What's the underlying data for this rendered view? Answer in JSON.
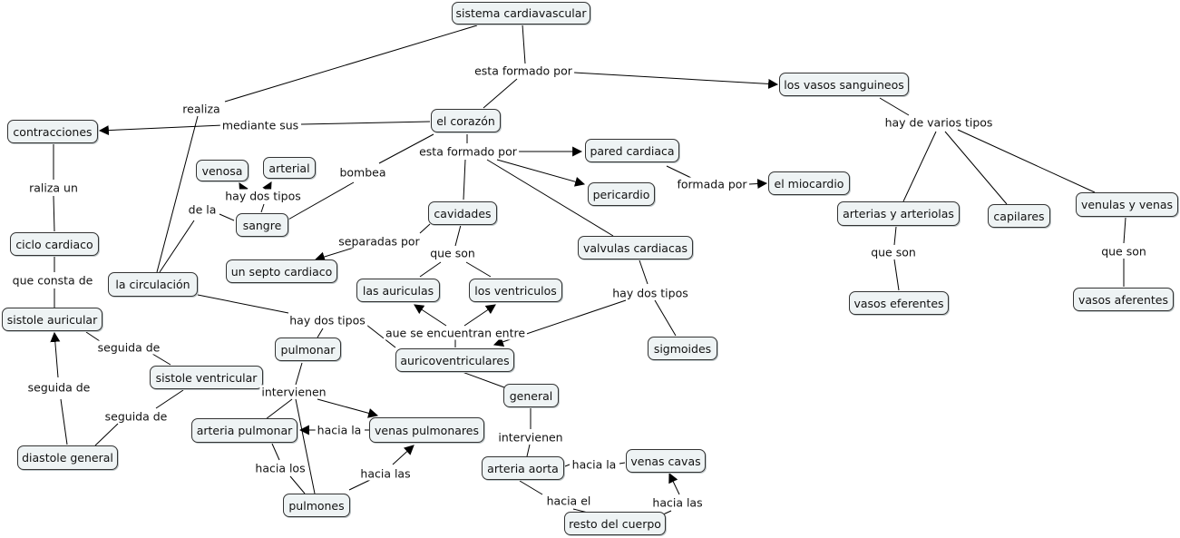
{
  "concepts": {
    "sistema": "sistema cardiavascular",
    "vasos": "los vasos sanguineos",
    "corazon": "el corazón",
    "contracciones": "contracciones",
    "pared": "pared cardiaca",
    "miocardio": "el miocardio",
    "pericardio": "pericardio",
    "venosa": "venosa",
    "arterial": "arterial",
    "sangre": "sangre",
    "cavidades": "cavidades",
    "septo": "un septo cardiaco",
    "auriculas": "las auriculas",
    "ventriculos": "los ventriculos",
    "valvulas": "valvulas cardiacas",
    "sigmoides": "sigmoides",
    "auricoventriculares": "auricoventriculares",
    "ciclo": "ciclo cardiaco",
    "circulacion": "la circulación",
    "sistole_aur": "sistole auricular",
    "sistole_ven": "sistole ventricular",
    "diastole": "diastole general",
    "pulmonar": "pulmonar",
    "arteria_pulmonar": "arteria pulmonar",
    "venas_pulmonares": "venas pulmonares",
    "pulmones": "pulmones",
    "general": "general",
    "arteria_aorta": "arteria aorta",
    "venas_cavas": "venas cavas",
    "resto": "resto del cuerpo",
    "arterias_arteriolas": "arterias y arteriolas",
    "capilares": "capilares",
    "venulas": "venulas y venas",
    "vasos_eferentes": "vasos eferentes",
    "vasos_aferentes": "vasos aferentes"
  },
  "links": {
    "esta_formado_por_1": "esta formado por",
    "realiza": "realiza",
    "mediante_sus": "mediante sus",
    "hay_varios_tipos": "hay de varios tipos",
    "esta_formado_por_2": "esta formado por",
    "bombea": "bombea",
    "formada_por": "formada por",
    "hay_dos_tipos_sangre": "hay dos tipos",
    "de_la": "de la",
    "raliza_un": "raliza un",
    "que_consta_de": "que consta de",
    "separadas_por": "separadas por",
    "que_son_cav": "que son",
    "aue_se_encuentran": "aue se encuentran entre",
    "hay_dos_tipos_valv": "hay dos tipos",
    "hay_dos_tipos_circ": "hay dos tipos",
    "seguida_de_1": "seguida de",
    "seguida_de_2": "seguida de",
    "seguida_de_3": "seguida de",
    "intervienen_1": "intervienen",
    "hacia_la_1": "hacia la",
    "hacia_los": "hacia los",
    "hacia_las_1": "hacia las",
    "intervienen_2": "intervienen",
    "hacia_la_2": "hacia la",
    "hacia_el": "hacia el",
    "hacia_las_2": "hacia las",
    "que_son_art": "que son",
    "que_son_ven": "que son"
  }
}
